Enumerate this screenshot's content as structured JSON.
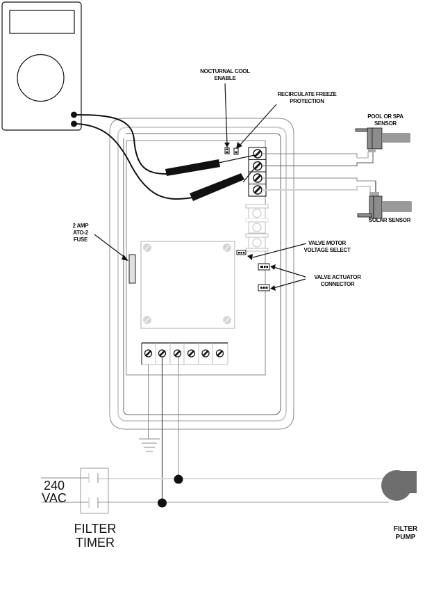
{
  "diagram": {
    "title": "Controller wiring diagram with multimeter test leads",
    "labels": {
      "nocturnal_cool": [
        "NOCTURNAL COOL",
        "ENABLE"
      ],
      "recirculate_freeze": [
        "RECIRCULATE FREEZE",
        "PROTECTION"
      ],
      "pool_spa_sensor": [
        "POOL OR SPA",
        "SENSOR"
      ],
      "solar_sensor": [
        "SOLAR SENSOR"
      ],
      "fuse": [
        "2 AMP",
        "ATO-2",
        "FUSE"
      ],
      "valve_motor_voltage": [
        "VALVE MOTOR",
        "VOLTAGE SELECT"
      ],
      "valve_actuator": [
        "VALVE ACTUATOR",
        "CONNECTOR"
      ],
      "supply": [
        "240",
        "VAC"
      ],
      "filter_timer": [
        "FILTER",
        "TIMER"
      ],
      "filter_pump": [
        "FILTER",
        "PUMP"
      ]
    },
    "components": {
      "multimeter": "multimeter with display and dial, two probe jacks",
      "sensor_terminal_block_screws": 4,
      "power_terminal_block_screws": 6,
      "relay_count": 3,
      "pcb_mount_screws": 4
    },
    "colors": {
      "ink": "#111111",
      "enclosure_gray": "#9a9a9a",
      "light_gray": "#d8d8d8",
      "sensor_gray": "#8c8c8c",
      "fuse_fill": "#e0e0e0",
      "pump_fill": "#6e6e6e"
    }
  }
}
